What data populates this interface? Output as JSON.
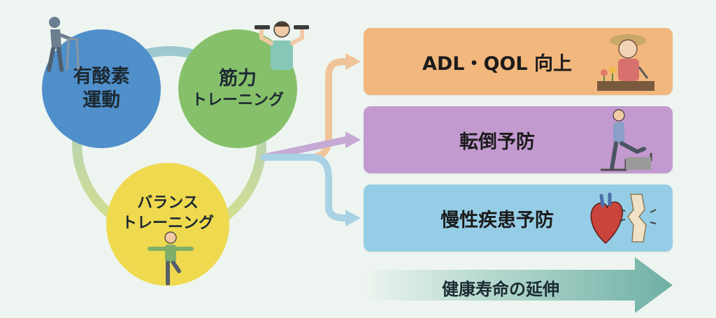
{
  "circles": {
    "aerobic": {
      "line1": "有酸素",
      "line2": "運動"
    },
    "strength": {
      "line1": "筋力",
      "line2": "トレーニング"
    },
    "balance": {
      "line1": "バランス",
      "line2": "トレーニング"
    }
  },
  "outcomes": {
    "adl": "ADL・QOL 向上",
    "fall": "転倒予防",
    "chronic": "慢性疾患予防"
  },
  "banner": "健康寿命の延伸",
  "colors": {
    "aerobic": "#4f8fca",
    "strength": "#86c06a",
    "balance": "#efd94e",
    "adl": "#f2b77d",
    "fall": "#c39ad0",
    "chronic": "#96cde6",
    "banner_arrow": "#6fb0a5"
  },
  "icons": {
    "aerobic": "walker-person-icon",
    "strength": "dumbbell-person-icon",
    "balance": "balancing-person-icon",
    "adl": "gardening-grandma-icon",
    "fall": "stair-step-person-icon",
    "chronic": "heart-and-joint-icon"
  }
}
